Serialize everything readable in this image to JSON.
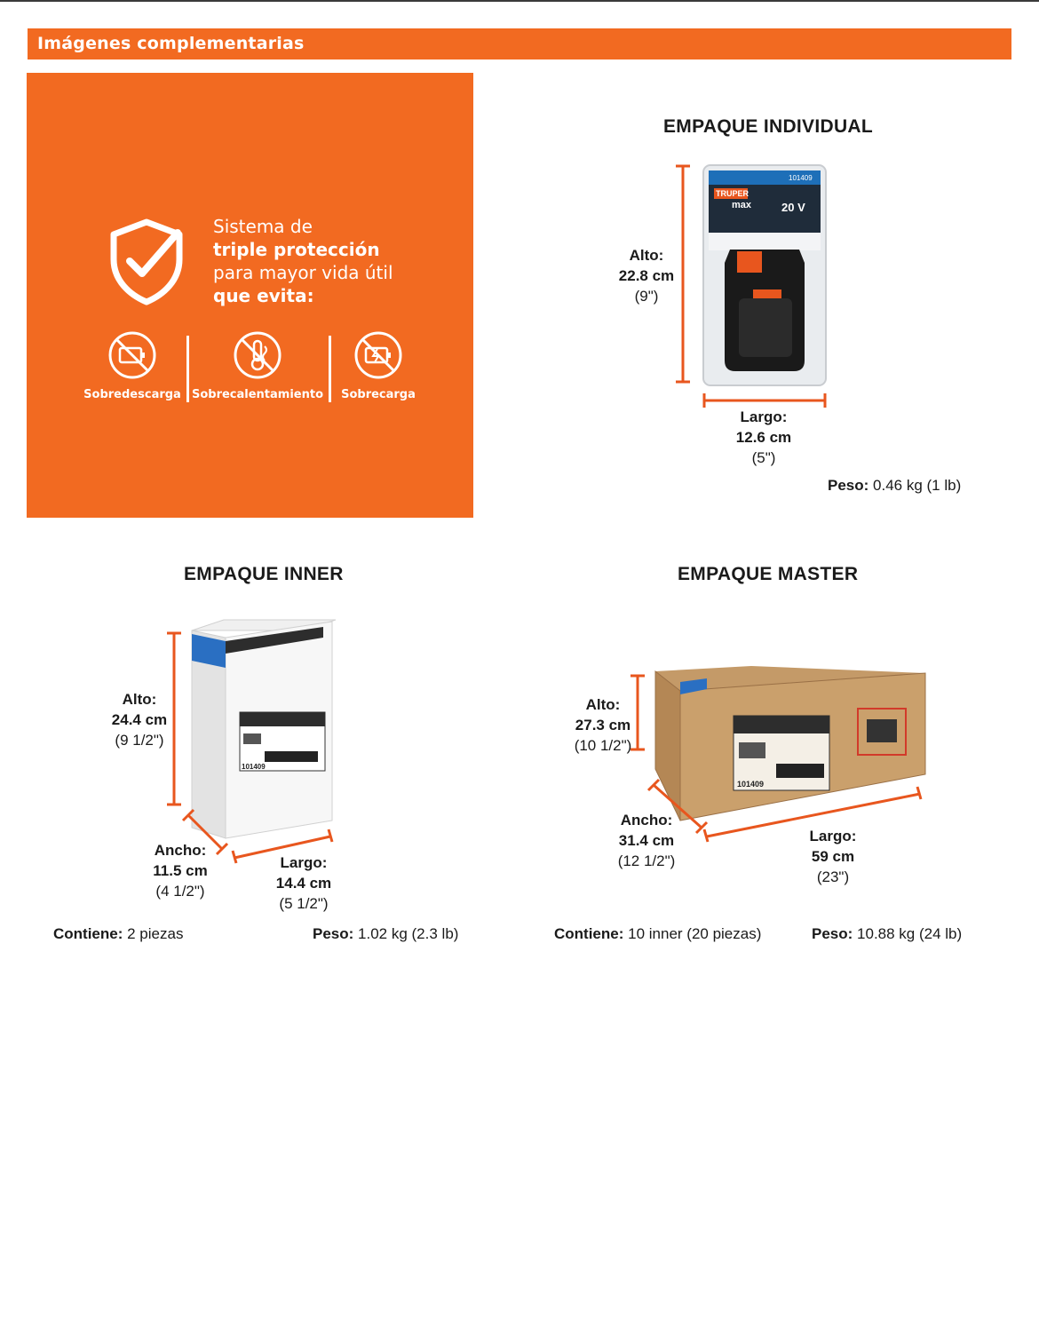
{
  "section_title": "Imágenes complementarias",
  "promo": {
    "line1": "Sistema de",
    "line2": "triple protección",
    "line3": "para mayor vida útil",
    "line4": "que evita:",
    "items": [
      {
        "label": "Sobredescarga",
        "icon": "battery-discharge-icon"
      },
      {
        "label": "Sobrecalentamiento",
        "icon": "thermometer-heat-icon"
      },
      {
        "label": "Sobrecarga",
        "icon": "battery-overcharge-icon"
      }
    ]
  },
  "individual": {
    "title": "EMPAQUE INDIVIDUAL",
    "alto_label": "Alto:",
    "alto_cm": "22.8 cm",
    "alto_in": "(9\")",
    "largo_label": "Largo:",
    "largo_cm": "12.6 cm",
    "largo_in": "(5\")",
    "peso_label": "Peso:",
    "peso_value": "0.46 kg (1 lb)",
    "blister": {
      "brand": "TRUPER",
      "brand_sub": "max",
      "code": "101409",
      "voltage": "20 V"
    }
  },
  "inner": {
    "title": "EMPAQUE INNER",
    "alto_label": "Alto:",
    "alto_cm": "24.4 cm",
    "alto_in": "(9 1/2\")",
    "ancho_label": "Ancho:",
    "ancho_cm": "11.5 cm",
    "ancho_in": "(4 1/2\")",
    "largo_label": "Largo:",
    "largo_cm": "14.4 cm",
    "largo_in": "(5 1/2\")",
    "contiene_label": "Contiene:",
    "contiene_value": "2 piezas",
    "peso_label": "Peso:",
    "peso_value": "1.02 kg (2.3 lb)",
    "box_code": "101409"
  },
  "master": {
    "title": "EMPAQUE MASTER",
    "alto_label": "Alto:",
    "alto_cm": "27.3 cm",
    "alto_in": "(10 1/2\")",
    "ancho_label": "Ancho:",
    "ancho_cm": "31.4 cm",
    "ancho_in": "(12 1/2\")",
    "largo_label": "Largo:",
    "largo_cm": "59 cm",
    "largo_in": "(23\")",
    "contiene_label": "Contiene:",
    "contiene_value": "10 inner (20 piezas)",
    "peso_label": "Peso:",
    "peso_value": "10.88 kg (24 lb)",
    "box_code": "101409"
  },
  "colors": {
    "accent": "#f26a21",
    "dim_line": "#e8561e"
  }
}
